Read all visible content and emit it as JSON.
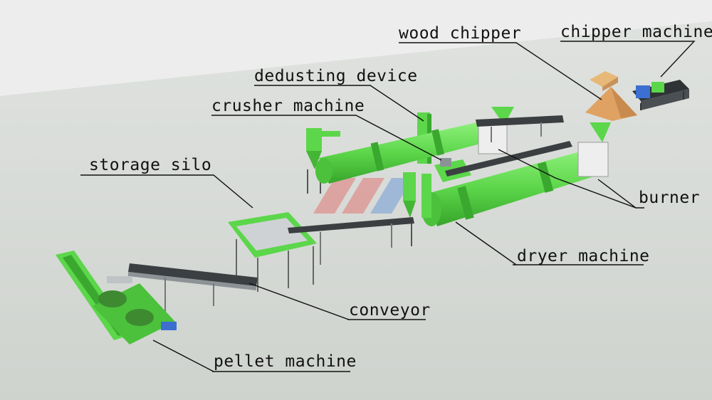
{
  "labels": {
    "wood_chipper": "wood chipper",
    "chipper_machine": "chipper machine",
    "dedusting_device": "dedusting device",
    "crusher_machine": "crusher machine",
    "storage_silo": "storage silo",
    "burner": "burner",
    "dryer_machine": "dryer machine",
    "conveyor": "conveyor",
    "pellet_machine": "pellet machine"
  },
  "colors": {
    "background_floor": "#d2d6d1",
    "background_wall": "#e8eae8",
    "machine_green": "#5cd64a",
    "machine_green_dark": "#3aa82e",
    "steel_grey": "#8d9296",
    "belt_dark": "#3c3f42",
    "sawdust": "#e0a262",
    "motor_blue": "#3c6fd0",
    "leader_line": "#111111"
  }
}
